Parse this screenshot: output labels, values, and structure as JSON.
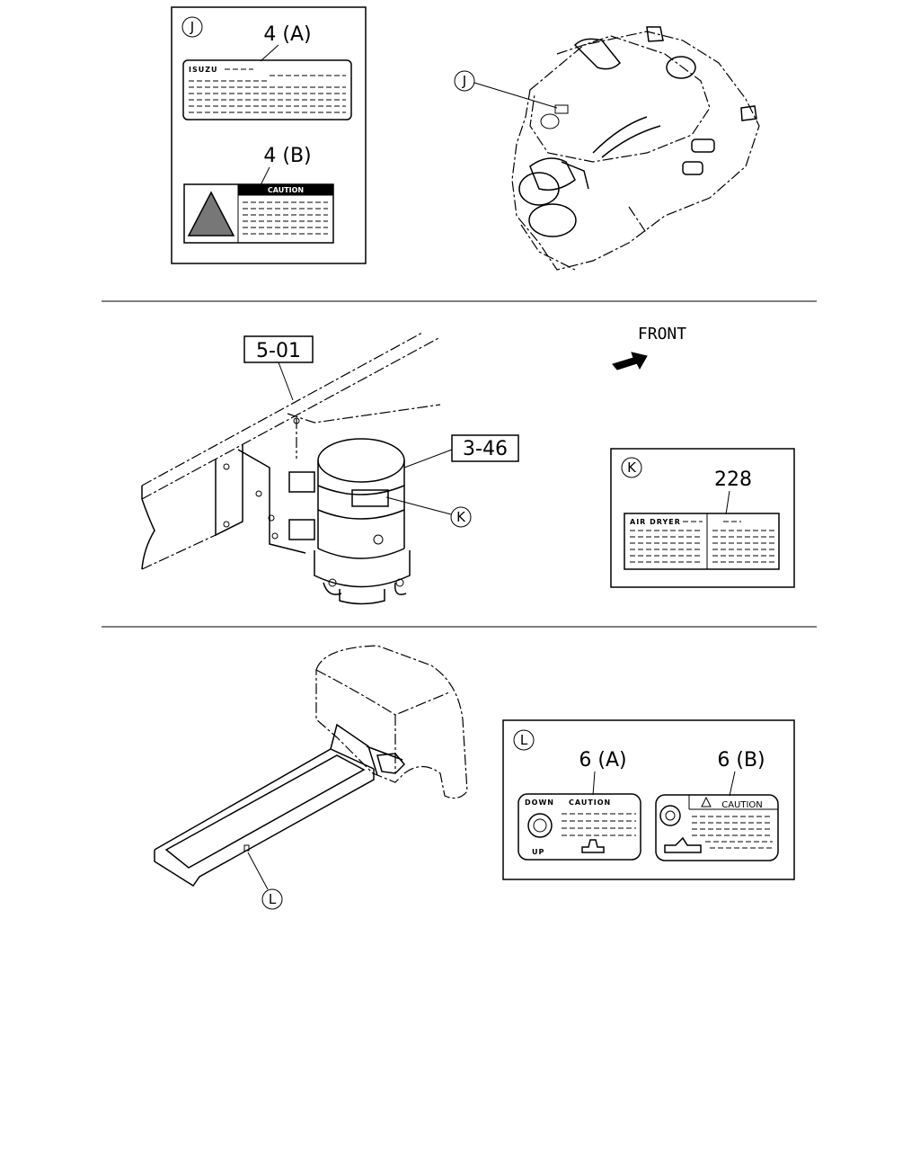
{
  "section_j": {
    "callout": "J",
    "part_a": "4 (A)",
    "part_b": "4 (B)",
    "label_a_brand": "ISUZU",
    "label_b_header": "CAUTION"
  },
  "section_k": {
    "callout": "K",
    "ref_frame": "5-01",
    "ref_dryer": "3-46",
    "front_label": "FRONT",
    "part": "228",
    "label_title": "AIR DRYER"
  },
  "section_l": {
    "callout": "L",
    "part_a": "6 (A)",
    "part_b": "6 (B)",
    "label_a_down": "DOWN",
    "label_a_caution": "CAUTION",
    "label_a_up": "UP",
    "label_b_caution": "CAUTION"
  }
}
